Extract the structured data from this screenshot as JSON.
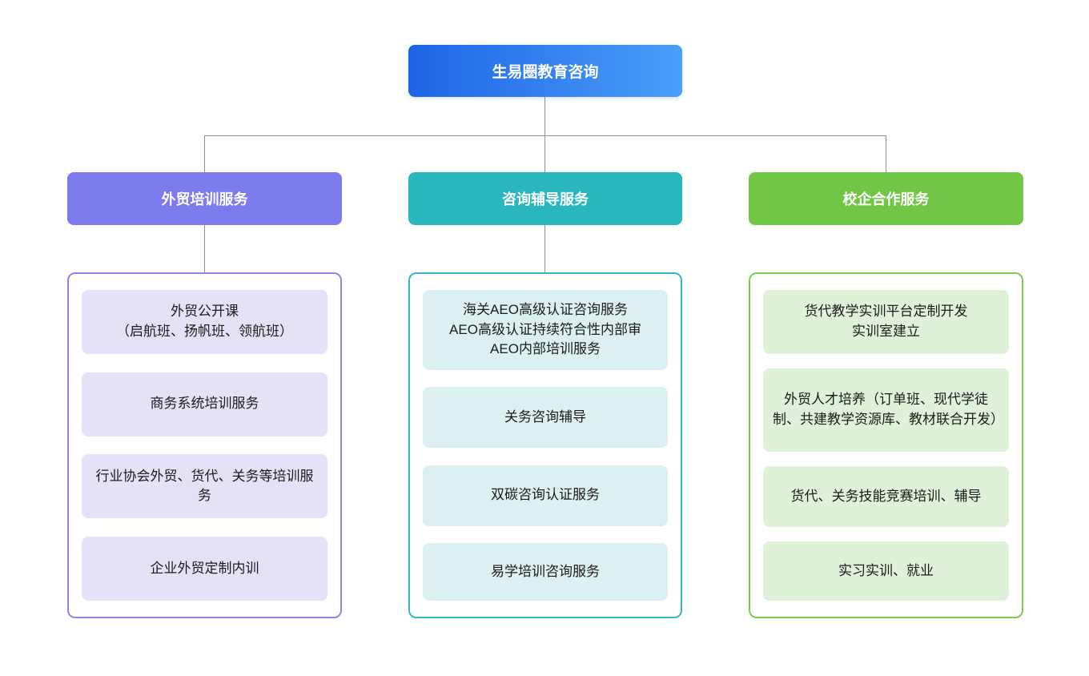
{
  "root": {
    "label": "生易圈教育咨询",
    "gradient_start": "#1e64e6",
    "gradient_end": "#4a9ef8"
  },
  "connector_color": "#8a9199",
  "branches": [
    {
      "label": "外贸培训服务",
      "header_color": "#7c7bee",
      "container_border": "#8a88f0",
      "item_bg": "#e5e2f8",
      "items": [
        {
          "text": "外贸公开课\n（启航班、扬帆班、领航班）"
        },
        {
          "text": "商务系统培训服务"
        },
        {
          "text": "行业协会外贸、货代、关务等培训服务"
        },
        {
          "text": "企业外贸定制内训"
        }
      ]
    },
    {
      "label": "咨询辅导服务",
      "header_color": "#29b6bd",
      "container_border": "#35b9c1",
      "item_bg": "#dcf0f2",
      "items": [
        {
          "text": "海关AEO高级认证咨询服务\nAEO高级认证持续符合性内部审\nAEO内部培训服务"
        },
        {
          "text": "关务咨询辅导"
        },
        {
          "text": "双碳咨询认证服务"
        },
        {
          "text": "易学培训咨询服务"
        }
      ]
    },
    {
      "label": "校企合作服务",
      "header_color": "#72c645",
      "container_border": "#7ecb52",
      "item_bg": "#e0f1da",
      "items": [
        {
          "text": "货代教学实训平台定制开发\n实训室建立"
        },
        {
          "text": "外贸人才培养（订单班、现代学徒制、共建教学资源库、教材联合开发）"
        },
        {
          "text": "货代、关务技能竞赛培训、辅导"
        },
        {
          "text": "实习实训、就业"
        }
      ]
    }
  ]
}
